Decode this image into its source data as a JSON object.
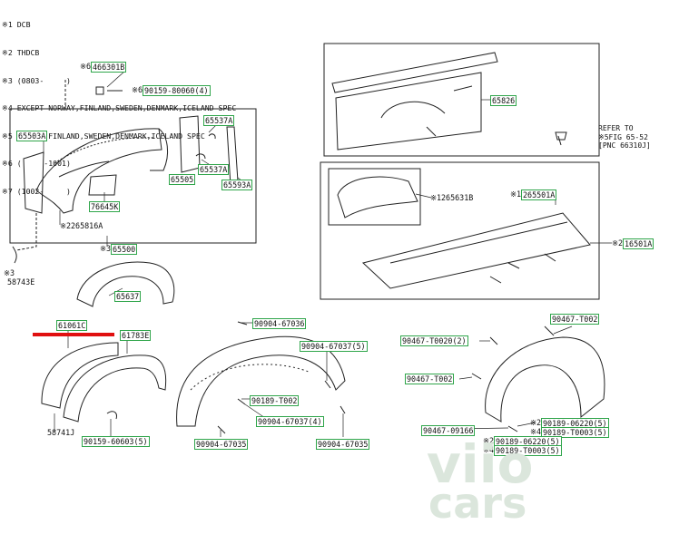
{
  "notes": [
    "※1 DCB",
    "※2 THDCB",
    "※3 (0803-     )",
    "※4 EXCEPT NORWAY,FINLAND,SWEDEN,DENMARK,ICELAND SPEC",
    "※5 NORWAY,FINLAND,SWEDEN,DENMARK,ICELAND SPEC",
    "※6 (     -1001)",
    "※7 (1002-     )"
  ],
  "parts": {
    "p466301b": "466301B",
    "p90159_80060": "90159-80060(4)",
    "p65503a": "65503A",
    "p65537a_1": "65537A",
    "p65537a_2": "65537A",
    "p65505": "65505",
    "p65593a": "65593A",
    "p76645k": "76645K",
    "p265816a": "265816A",
    "p65500": "65500",
    "p58743e": "58743E",
    "p65637": "65637",
    "p65826": "65826",
    "p265631b": "265631B",
    "p265501a": "265501A",
    "p16501a": "16501A",
    "p61061c": "61061C",
    "p61783e": "61783E",
    "p58741j": "58741J",
    "p90159_60603": "90159-60603(5)",
    "p90904_67036": "90904-67036",
    "p90904_67037_5": "90904-67037(5)",
    "p90189_t002": "90189-T002",
    "p90904_67037_4": "90904-67037(4)",
    "p90904_67035_a": "90904-67035",
    "p90904_67035_b": "90904-67035",
    "p90467_t002_a": "90467-T002",
    "p90467_t0020_2": "90467-T0020(2)",
    "p90467_t002_b": "90467-T002",
    "p90467_09166": "90467-09166",
    "p90189_06220_5a": "90189-06220(5)",
    "p90189_t0003_5a": "90189-T0003(5)",
    "p90189_06220_5b": "90189-06220(5)",
    "p90189_t0003_5b": "90189-T0003(5)"
  },
  "refer": [
    "REFER TO",
    "FIG 65-52",
    "[PNC 66310J]"
  ],
  "refer_code": "※5",
  "marks": {
    "m1": "※6",
    "m2": "※6",
    "m3": "※2",
    "m4": "※3",
    "m5": "※1",
    "m6": "※1",
    "m7": "※2",
    "m8": "※2",
    "m9": "※4"
  },
  "watermark": {
    "line1": "viio",
    "line2": "cars"
  },
  "colors": {
    "label_border": "#2fa54a",
    "highlight": "#e01010"
  }
}
